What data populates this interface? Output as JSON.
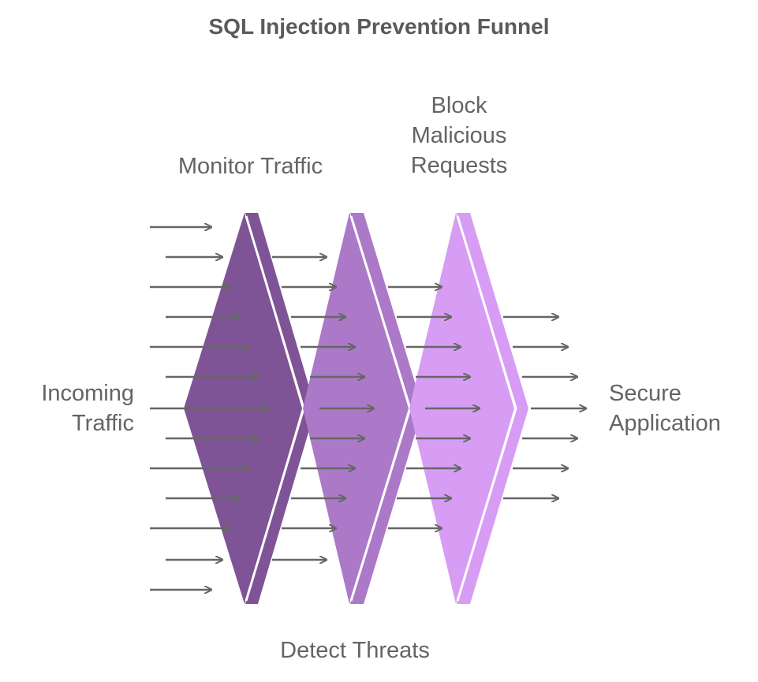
{
  "title": "SQL Injection Prevention Funnel",
  "labels": {
    "monitor": "Monitor Traffic",
    "block_line1": "Block",
    "block_line2": "Malicious",
    "block_line3": "Requests",
    "detect": "Detect Threats",
    "incoming_line1": "Incoming",
    "incoming_line2": "Traffic",
    "secure_line1": "Secure",
    "secure_line2": "Application"
  },
  "colors": {
    "stage1_fill": "#7e5496",
    "stage1_edge": "#7e5496",
    "stage2_fill": "#ac79c8",
    "stage2_edge": "#ac79c8",
    "stage3_fill": "#d79df4",
    "stage3_edge": "#d79df4",
    "arrow": "#666666",
    "text": "#646464"
  },
  "stages": [
    {
      "name": "stage-monitor-traffic",
      "color": "stage1_fill"
    },
    {
      "name": "stage-detect-threats",
      "color": "stage2_fill"
    },
    {
      "name": "stage-block-malicious-requests",
      "color": "stage3_fill"
    }
  ]
}
